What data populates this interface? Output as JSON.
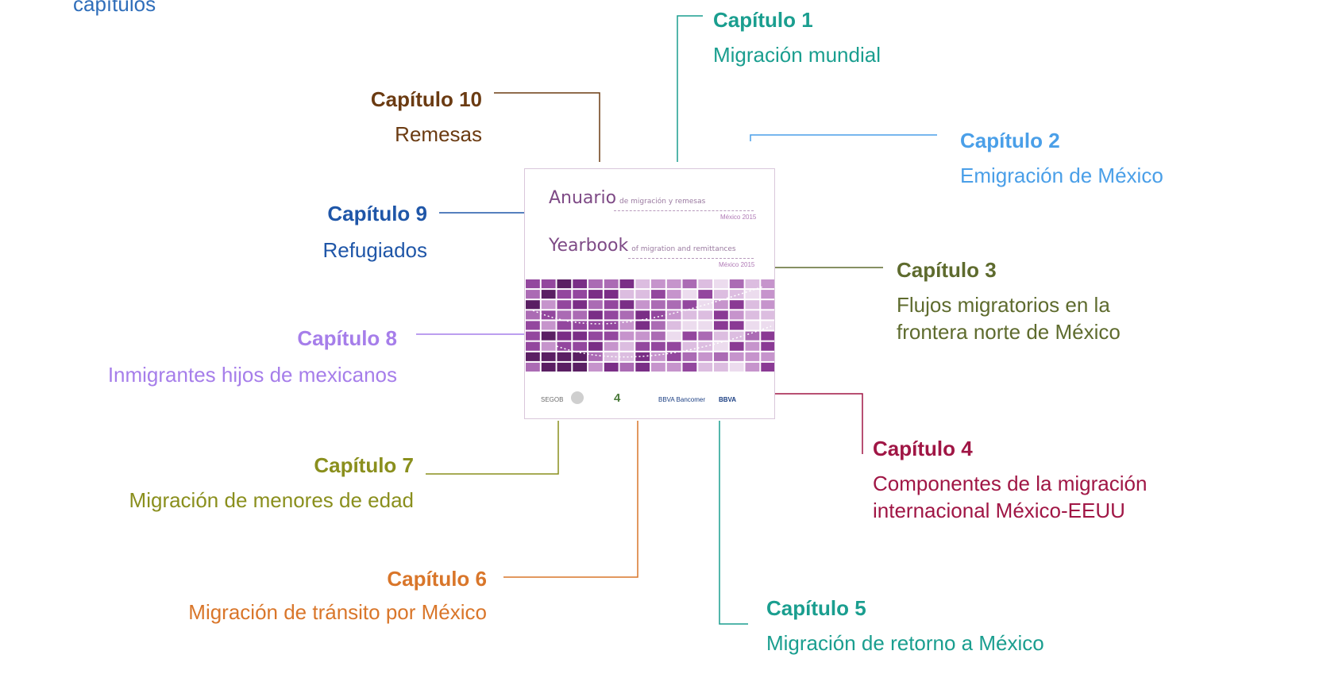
{
  "header": {
    "fragment": "capítulos",
    "color": "#2F6EBA"
  },
  "cover": {
    "title_es": "Anuario",
    "subtitle_es": "de migración y remesas",
    "year_es": "México 2015",
    "title_en": "Yearbook",
    "subtitle_en": "of migration and remittances",
    "year_en": "México 2015",
    "logo_1": "SEGOB",
    "logo_2": "4",
    "logo_3": "BBVA Bancomer",
    "logo_4": "BBVA"
  },
  "chapters": [
    {
      "id": 1,
      "title": "Capítulo 1",
      "subtitle": "Migración mundial",
      "color": "#1A9E8F"
    },
    {
      "id": 2,
      "title": "Capítulo 2",
      "subtitle": "Emigración de México",
      "color": "#4A9FE8"
    },
    {
      "id": 3,
      "title": "Capítulo 3",
      "subtitle_lines": [
        "Flujos migratorios en la",
        "frontera norte de México"
      ],
      "color": "#5E6B2E"
    },
    {
      "id": 4,
      "title": "Capítulo 4",
      "subtitle_lines": [
        "Componentes de la migración",
        "internacional México-EEUU"
      ],
      "color": "#A01645"
    },
    {
      "id": 5,
      "title": "Capítulo 5",
      "subtitle": "Migración de retorno a México",
      "color": "#1A9E8F"
    },
    {
      "id": 6,
      "title": "Capítulo 6",
      "subtitle": "Migración de tránsito por México",
      "color": "#D9762A"
    },
    {
      "id": 7,
      "title": "Capítulo 7",
      "subtitle": "Migración de menores de edad",
      "color": "#8A8F1D"
    },
    {
      "id": 8,
      "title": "Capítulo 8",
      "subtitle": "Inmigrantes hijos de mexicanos",
      "color": "#A67EEA"
    },
    {
      "id": 9,
      "title": "Capítulo 9",
      "subtitle": "Refugiados",
      "color": "#1F56A8"
    },
    {
      "id": 10,
      "title": "Capítulo 10",
      "subtitle": "Remesas",
      "color": "#6B3B12"
    }
  ]
}
